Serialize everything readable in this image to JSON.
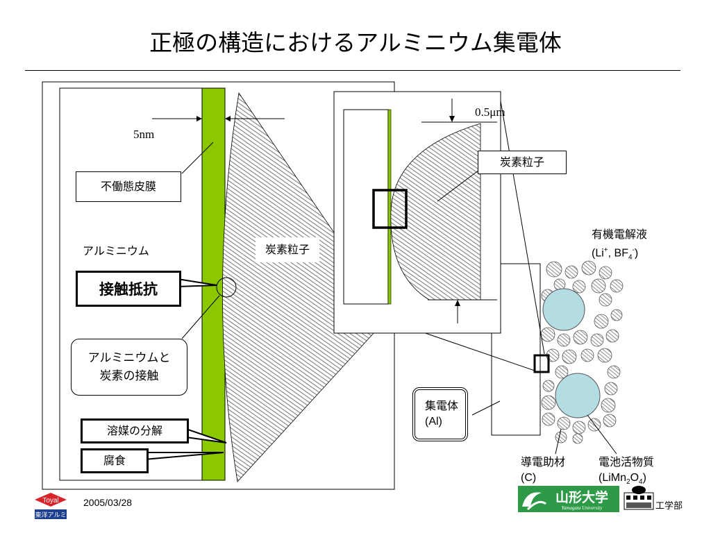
{
  "title": "正極の構造におけるアルミニウム集電体",
  "footer": {
    "date": "2005/03/28",
    "toyal_logo_text": "Toyal",
    "toyo_logo_text": "東洋アルミ",
    "university_logo_text": "山形大学",
    "university_logo_sub": "Yamagata University",
    "department": "工学部"
  },
  "left_panel": {
    "thickness_label": "5nm",
    "passive_film": "不働態皮膜",
    "aluminum": "アルミニウム",
    "carbon_particle": "炭素粒子",
    "contact_resistance": "接触抵抗",
    "contact_line1": "アルミニウムと",
    "contact_line2": "炭素の接触",
    "solvent_decomposition": "溶媒の分解",
    "corrosion": "腐食"
  },
  "inset": {
    "size_label": "0.5μm",
    "carbon_particle": "炭素粒子"
  },
  "right_panel": {
    "electrolyte_line1": "有機電解液",
    "electrolyte_line2_prefix": "(Li",
    "electrolyte_line2_plus": "+",
    "electrolyte_line2_mid": ", BF",
    "electrolyte_line2_sub": "4",
    "electrolyte_line2_sup": "-",
    "electrolyte_line2_suffix": ")",
    "collector_line1": "集電体",
    "collector_line2": "(Al)",
    "conductive_line1": "導電助材",
    "conductive_line2": "(C)",
    "active_line1": "電池活物質",
    "active_line2_prefix": "(LiMn",
    "active_line2_sub1": "2",
    "active_line2_mid": "O",
    "active_line2_sub2": "4",
    "active_line2_suffix": ")"
  },
  "colors": {
    "green_film": "#8cc800",
    "hatch": "#7f7f7f",
    "active_particle": "#b3dde3",
    "university_green": "#2e9a47"
  }
}
